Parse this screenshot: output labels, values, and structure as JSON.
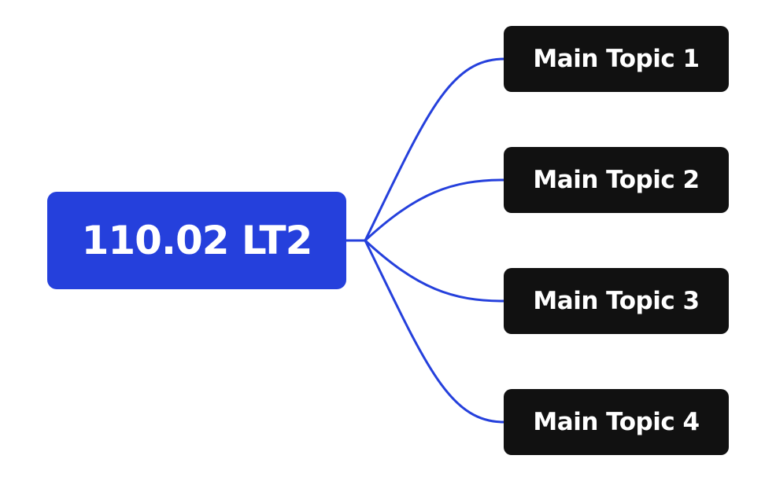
{
  "diagram": {
    "type": "mind-map",
    "central_topic": "110.02 LT2",
    "main_topics": [
      {
        "label": "Main Topic 1"
      },
      {
        "label": "Main Topic 2"
      },
      {
        "label": "Main Topic 3"
      },
      {
        "label": "Main Topic 4"
      }
    ]
  },
  "colors": {
    "background": "#ffffff",
    "central_fill": "#2540dc",
    "central_text": "#ffffff",
    "topic_fill": "#111111",
    "topic_text": "#ffffff",
    "connector": "#2540dc"
  }
}
